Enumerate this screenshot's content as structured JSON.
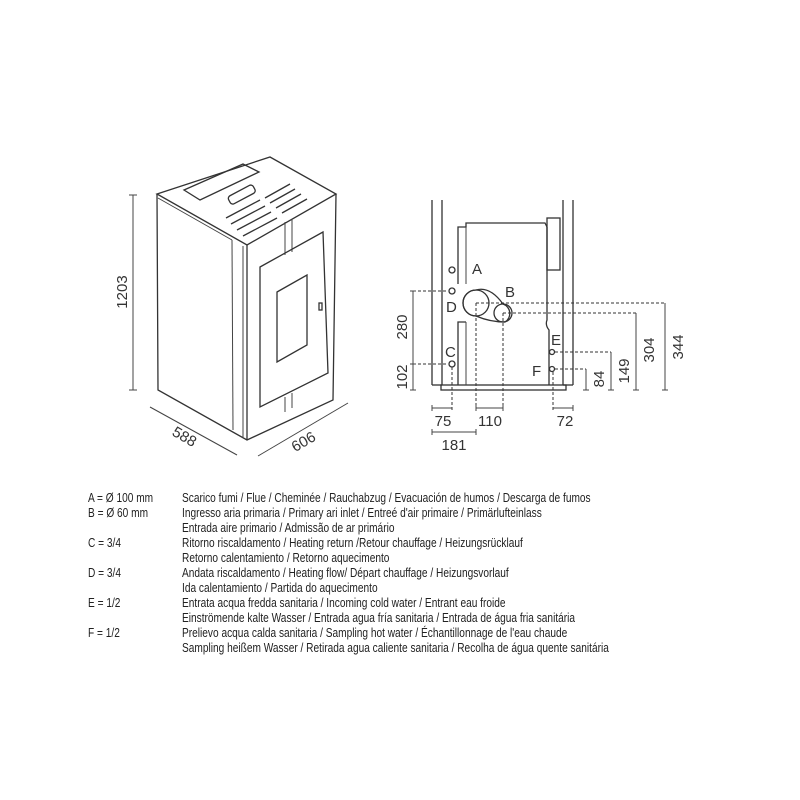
{
  "stove_dimensions": {
    "height": "1203",
    "depth": "588",
    "width": "606"
  },
  "connection_view": {
    "labels": [
      "A",
      "B",
      "C",
      "D",
      "E",
      "F"
    ],
    "vertical_dims": {
      "d280": "280",
      "d102": "102",
      "d344": "344",
      "d304": "304",
      "d149": "149",
      "d84": "84"
    },
    "horizontal_dims": {
      "d75": "75",
      "d110": "110",
      "d72": "72",
      "d181": "181"
    }
  },
  "legend": [
    {
      "code": "A = Ø 100 mm",
      "lines": [
        "Scarico fumi / Flue / Cheminée / Rauchabzug / Evacuación de humos / Descarga de fumos"
      ]
    },
    {
      "code": "B = Ø 60 mm",
      "lines": [
        "Ingresso aria primaria / Primary ari inlet / Entreé d'air primaire / Primärlufteinlass",
        "Entrada aire primario / Admissão de ar primário"
      ]
    },
    {
      "code": "C = 3/4",
      "lines": [
        "Ritorno riscaldamento / Heating return /Retour chauffage / Heizungsrücklauf",
        "Retorno calentamiento / Retorno aquecimento"
      ]
    },
    {
      "code": "D = 3/4",
      "lines": [
        "Andata riscaldamento / Heating flow/ Départ chauffage / Heizungsvorlauf",
        "Ida calentamiento / Partida do aquecimento"
      ]
    },
    {
      "code": "E = 1/2",
      "lines": [
        "Entrata acqua fredda sanitaria / Incoming cold water / Entrant eau froide",
        "Einströmende kalte Wasser / Entrada agua fría sanitaria / Entrada de água fria sanitária"
      ]
    },
    {
      "code": "F = 1/2",
      "lines": [
        "Prelievo acqua calda sanitaria / Sampling hot water / Échantillonnage de l'eau chaude",
        "Sampling heißem Wasser / Retirada agua caliente sanitaria / Recolha de água quente sanitária"
      ]
    }
  ]
}
